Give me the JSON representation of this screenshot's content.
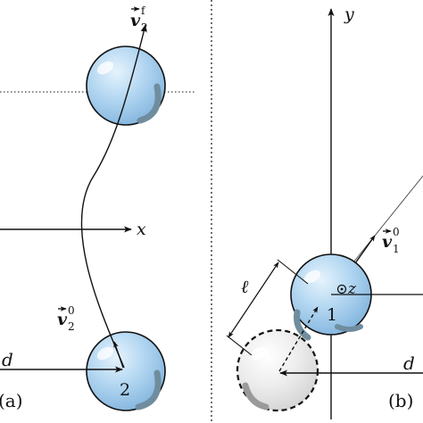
{
  "panel_a": {
    "label": "(a)",
    "x_axis": "x",
    "distance": "d",
    "ball_index": "2",
    "v_initial": {
      "base": "v",
      "sub": "2",
      "sup": "0"
    },
    "v_final": {
      "base": "v",
      "sub": "2",
      "sup": "f"
    }
  },
  "panel_b": {
    "label": "(b)",
    "y_axis": "y",
    "distance": "d",
    "ball_index": "1",
    "length": "ℓ",
    "z_axis": "z",
    "v_initial": {
      "base": "v",
      "sub": "1",
      "sup": "0"
    }
  },
  "colors": {
    "sphere_fill": "#a9cfee",
    "sphere_shade": "#6f8d9e",
    "ghost_fill": "#e4e4e4",
    "ink": "#111111"
  }
}
